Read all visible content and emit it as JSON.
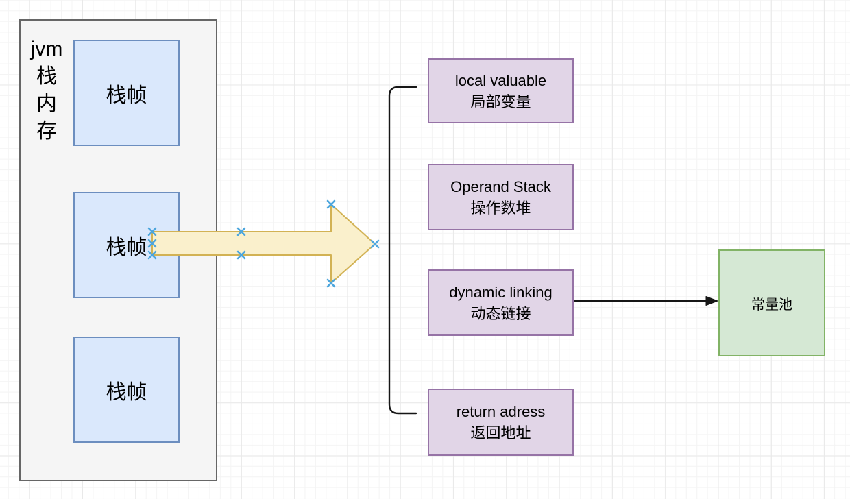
{
  "canvas": {
    "background": "#ffffff",
    "grid_minor_color": "#f4f4f4",
    "grid_major_color": "#e9e9e9"
  },
  "jvm_container": {
    "label": "jvm\n栈\n内\n存",
    "fill": "#f5f5f5",
    "border_color": "#666666",
    "frames": [
      {
        "label": "栈帧"
      },
      {
        "label": "栈帧"
      },
      {
        "label": "栈帧"
      }
    ]
  },
  "expand_arrow": {
    "shape": "block-arrow-right",
    "fill": "#faf0cc",
    "border_color": "#d2b254",
    "selected": true,
    "handle_color": "#4da6dd",
    "handle_count": 8
  },
  "bracket": {
    "shape": "square-bracket",
    "color": "#161616"
  },
  "components": [
    {
      "en": "local valuable",
      "zh": "局部变量",
      "fill": "#e1d5e7",
      "border_color": "#9673a6"
    },
    {
      "en": "Operand Stack",
      "zh": "操作数堆",
      "fill": "#e1d5e7",
      "border_color": "#9673a6"
    },
    {
      "en": "dynamic linking",
      "zh": "动态链接",
      "fill": "#e1d5e7",
      "border_color": "#9673a6"
    },
    {
      "en": "return adress",
      "zh": "返回地址",
      "fill": "#e1d5e7",
      "border_color": "#9673a6"
    }
  ],
  "connector": {
    "from": "dynamic linking",
    "to": "常量池",
    "color": "#161616"
  },
  "constant_pool": {
    "label": "常量池",
    "fill": "#d5e8d4",
    "border_color": "#82b366"
  }
}
